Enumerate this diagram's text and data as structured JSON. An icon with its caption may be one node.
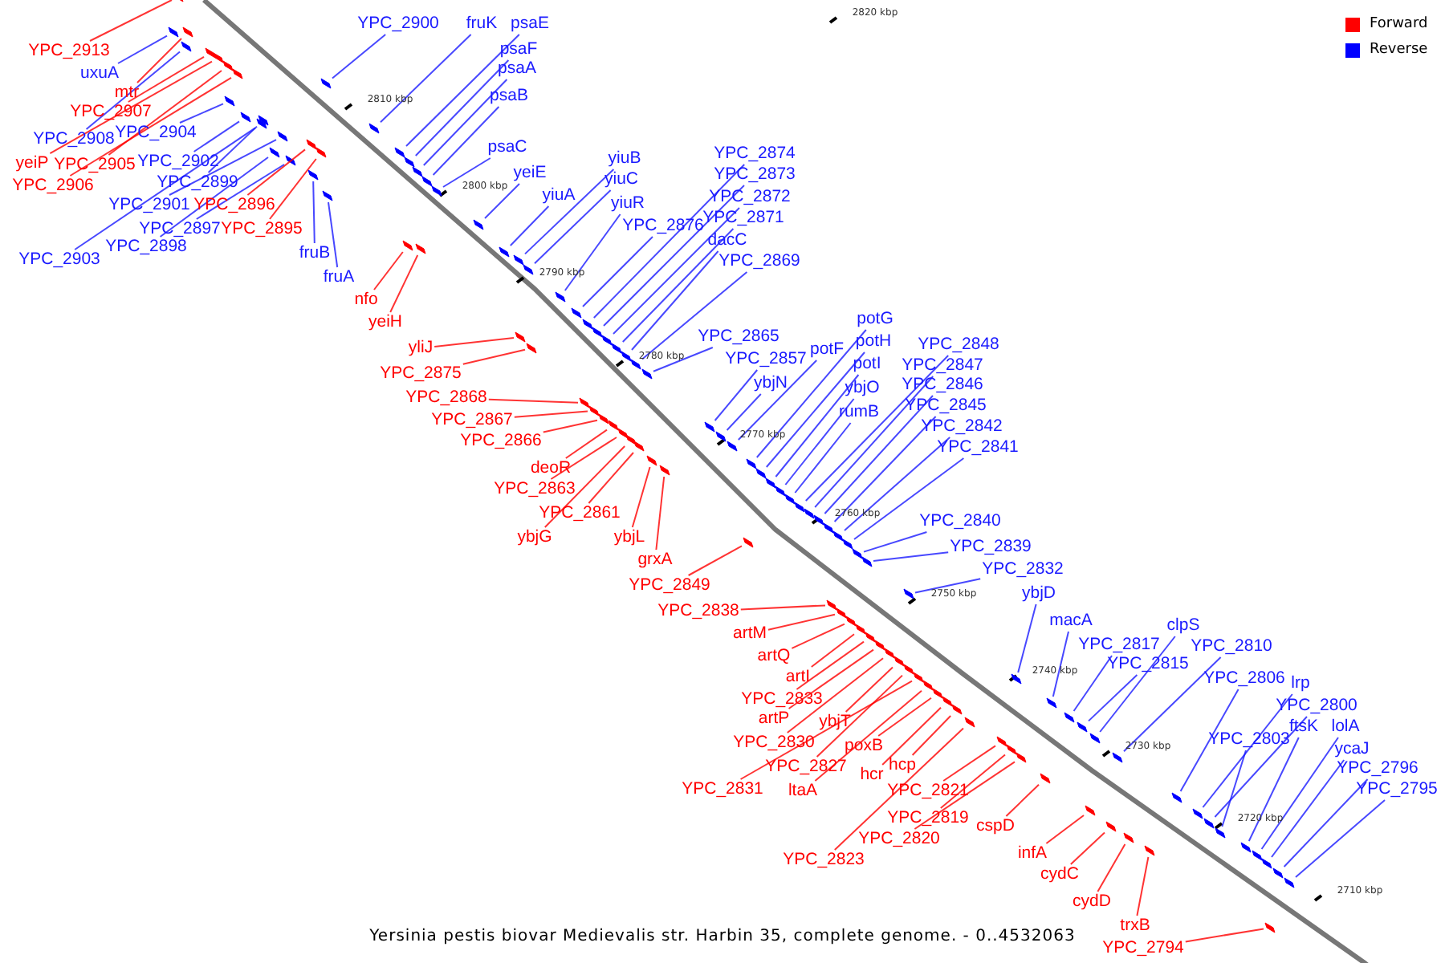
{
  "diagram": {
    "caption": "Yersinia pestis biovar Medievalis str. Harbin 35, complete genome. - 0..4532063",
    "nodes": [
      {
        "text": [
          "YPC_2913"
        ]
      },
      {
        "text": [
          "uxuA"
        ]
      },
      {
        "text": [
          "mtr"
        ]
      },
      {
        "text": [
          "YPC_2907"
        ]
      },
      {
        "text": [
          "YPC_2908"
        ]
      },
      {
        "text": [
          "YPC_2904"
        ]
      },
      {
        "text": [
          "yeiP"
        ]
      },
      {
        "text": [
          "YPC_2905"
        ]
      },
      {
        "text": [
          "YPC_2906"
        ]
      },
      {
        "text": [
          "YPC_2902"
        ]
      },
      {
        "text": [
          "YPC_2899"
        ]
      },
      {
        "text": [
          "YPC_2901"
        ]
      },
      {
        "text": [
          "YPC_2896"
        ]
      },
      {
        "text": [
          "YPC_2897"
        ]
      },
      {
        "text": [
          "YPC_2895"
        ]
      },
      {
        "text": [
          "YPC_2903"
        ]
      },
      {
        "text": [
          "YPC_2898"
        ]
      },
      {
        "text": [
          "fruB"
        ]
      },
      {
        "text": [
          "fruA"
        ]
      },
      {
        "text": [
          "YPC_2900"
        ]
      },
      {
        "text": [
          "fruK"
        ]
      },
      {
        "text": [
          "psaE"
        ]
      },
      {
        "text": [
          "psaF"
        ]
      },
      {
        "text": [
          "psaA"
        ]
      },
      {
        "text": [
          "psaB"
        ]
      },
      {
        "text": [
          "psaC"
        ]
      },
      {
        "text": [
          "yeiE"
        ]
      },
      {
        "text": [
          "yiuB"
        ]
      },
      {
        "text": [
          "yiuC"
        ]
      },
      {
        "text": [
          "yiuA"
        ]
      },
      {
        "text": [
          "yiuR"
        ]
      },
      {
        "text": [
          "YPC_2876"
        ]
      },
      {
        "text": [
          "YPC_2874"
        ]
      },
      {
        "text": [
          "YPC_2873"
        ]
      },
      {
        "text": [
          "YPC_2872"
        ]
      },
      {
        "text": [
          "YPC_2871"
        ]
      },
      {
        "text": [
          "dacC"
        ]
      },
      {
        "text": [
          "YPC_2869"
        ]
      },
      {
        "text": [
          "nfo"
        ]
      },
      {
        "text": [
          "yeiH"
        ]
      },
      {
        "text": [
          "yliJ"
        ]
      },
      {
        "text": [
          "YPC_2875"
        ]
      },
      {
        "text": [
          "YPC_2868"
        ]
      },
      {
        "text": [
          "YPC_2867"
        ]
      },
      {
        "text": [
          "YPC_2866"
        ]
      },
      {
        "text": [
          "YPC_2865"
        ]
      },
      {
        "text": [
          "YPC_2857"
        ]
      },
      {
        "text": [
          "potF"
        ]
      },
      {
        "text": [
          "ybjN"
        ]
      },
      {
        "text": [
          "potG"
        ]
      },
      {
        "text": [
          "potH"
        ]
      },
      {
        "text": [
          "potI"
        ]
      },
      {
        "text": [
          "ybjO"
        ]
      },
      {
        "text": [
          "rumB"
        ]
      },
      {
        "text": [
          "YPC_2848"
        ]
      },
      {
        "text": [
          "YPC_2847"
        ]
      },
      {
        "text": [
          "YPC_2846"
        ]
      },
      {
        "text": [
          "YPC_2845"
        ]
      },
      {
        "text": [
          "YPC_2842"
        ]
      },
      {
        "text": [
          "YPC_2841"
        ]
      },
      {
        "text": [
          "deoR"
        ]
      },
      {
        "text": [
          "YPC_2863"
        ]
      },
      {
        "text": [
          "YPC_2861"
        ]
      },
      {
        "text": [
          "ybjG"
        ]
      },
      {
        "text": [
          "ybjL"
        ]
      },
      {
        "text": [
          "grxA"
        ]
      },
      {
        "text": [
          "YPC_2849"
        ]
      },
      {
        "text": [
          "YPC_2838"
        ]
      },
      {
        "text": [
          "YPC_2840"
        ]
      },
      {
        "text": [
          "YPC_2839"
        ]
      },
      {
        "text": [
          "YPC_2832"
        ]
      },
      {
        "text": [
          "ybjD"
        ]
      },
      {
        "text": [
          "macA"
        ]
      },
      {
        "text": [
          "artM"
        ]
      },
      {
        "text": [
          "artQ"
        ]
      },
      {
        "text": [
          "artI"
        ]
      },
      {
        "text": [
          "YPC_2833"
        ]
      },
      {
        "text": [
          "artP"
        ]
      },
      {
        "text": [
          "YPC_2830"
        ]
      },
      {
        "text": [
          "ybjT"
        ]
      },
      {
        "text": [
          "YPC_2827"
        ]
      },
      {
        "text": [
          "poxB"
        ]
      },
      {
        "text": [
          "YPC_2831"
        ]
      },
      {
        "text": [
          "hcr"
        ]
      },
      {
        "text": [
          "ltaA"
        ]
      },
      {
        "text": [
          "hcp"
        ]
      },
      {
        "text": [
          "YPC_2821"
        ]
      },
      {
        "text": [
          "YPC_2819"
        ]
      },
      {
        "text": [
          "YPC_2820"
        ]
      },
      {
        "text": [
          "YPC_2823"
        ]
      },
      {
        "text": [
          "cspD"
        ]
      },
      {
        "text": [
          "infA"
        ]
      },
      {
        "text": [
          "cydC"
        ]
      },
      {
        "text": [
          "cydD"
        ]
      },
      {
        "text": [
          "trxB"
        ]
      },
      {
        "text": [
          "YPC_2794"
        ]
      },
      {
        "text": [
          "YPC_2817"
        ]
      },
      {
        "text": [
          "clpS"
        ]
      },
      {
        "text": [
          "YPC_2815"
        ]
      },
      {
        "text": [
          "YPC_2810"
        ]
      },
      {
        "text": [
          "YPC_2806"
        ]
      },
      {
        "text": [
          "lrp"
        ]
      },
      {
        "text": [
          "YPC_2800"
        ]
      },
      {
        "text": [
          "YPC_2803"
        ]
      },
      {
        "text": [
          "ftsK"
        ]
      },
      {
        "text": [
          "lolA"
        ]
      },
      {
        "text": [
          "ycaJ"
        ]
      },
      {
        "text": [
          "YPC_2796"
        ]
      },
      {
        "text": [
          "YPC_2795"
        ]
      },
      {
        "text": [],
        "shape": "box"
      },
      {
        "text": [],
        "shape": "box"
      },
      {
        "text": [],
        "shape": "box"
      },
      {
        "text": [],
        "shape": "box"
      },
      {
        "text": [],
        "shape": "box"
      },
      {
        "text": [],
        "shape": "box"
      },
      {
        "text": [],
        "shape": "box"
      },
      {
        "text": [],
        "shape": "box"
      },
      {
        "text": [],
        "shape": "box"
      },
      {
        "text": [],
        "shape": "box"
      },
      {
        "text": [],
        "shape": "box"
      },
      {
        "text": [],
        "shape": "box"
      },
      {
        "text": [],
        "shape": "box"
      },
      {
        "text": [],
        "shape": "box"
      },
      {
        "text": [],
        "shape": "box"
      },
      {
        "text": [],
        "shape": "box"
      },
      {
        "text": [],
        "shape": "box"
      },
      {
        "text": [],
        "shape": "box"
      },
      {
        "text": [],
        "shape": "box"
      },
      {
        "text": [],
        "shape": "box"
      },
      {
        "text": [],
        "shape": "box"
      },
      {
        "text": [],
        "shape": "box"
      },
      {
        "text": [],
        "shape": "box"
      },
      {
        "text": [],
        "shape": "box"
      },
      {
        "text": [],
        "shape": "box"
      },
      {
        "text": [],
        "shape": "box"
      },
      {
        "text": [],
        "shape": "box"
      },
      {
        "text": [],
        "shape": "box"
      },
      {
        "text": [],
        "shape": "box"
      },
      {
        "text": [],
        "shape": "box"
      },
      {
        "text": [],
        "shape": "box"
      },
      {
        "text": [],
        "shape": "box"
      },
      {
        "text": [],
        "shape": "box"
      },
      {
        "text": [],
        "shape": "box"
      },
      {
        "text": [],
        "shape": "box"
      },
      {
        "text": [],
        "shape": "box"
      },
      {
        "text": [],
        "shape": "box"
      },
      {
        "text": [],
        "shape": "box"
      },
      {
        "text": [],
        "shape": "box"
      },
      {
        "text": [],
        "shape": "box"
      },
      {
        "text": [],
        "shape": "box"
      },
      {
        "text": [],
        "shape": "box"
      },
      {
        "text": [],
        "shape": "box"
      },
      {
        "text": [],
        "shape": "box"
      },
      {
        "text": [],
        "shape": "box"
      },
      {
        "text": [],
        "shape": "box"
      },
      {
        "text": [],
        "shape": "box"
      },
      {
        "text": [],
        "shape": "box"
      },
      {
        "text": [],
        "shape": "box"
      },
      {
        "text": [],
        "shape": "box"
      },
      {
        "text": [],
        "shape": "box"
      },
      {
        "text": [],
        "shape": "box"
      },
      {
        "text": [],
        "shape": "box"
      },
      {
        "text": [],
        "shape": "box"
      },
      {
        "text": [],
        "shape": "box"
      },
      {
        "text": [],
        "shape": "box"
      },
      {
        "text": [],
        "shape": "box"
      },
      {
        "text": [],
        "shape": "box"
      },
      {
        "text": [],
        "shape": "box"
      },
      {
        "text": [],
        "shape": "box"
      },
      {
        "text": [],
        "shape": "box"
      },
      {
        "text": [],
        "shape": "box"
      },
      {
        "text": [],
        "shape": "box"
      },
      {
        "text": [],
        "shape": "box"
      },
      {
        "text": [],
        "shape": "box"
      },
      {
        "text": [],
        "shape": "box"
      },
      {
        "text": [],
        "shape": "box"
      },
      {
        "text": [],
        "shape": "box"
      },
      {
        "text": [],
        "shape": "box"
      },
      {
        "text": [],
        "shape": "box"
      },
      {
        "text": [],
        "shape": "box"
      },
      {
        "text": [],
        "shape": "box"
      },
      {
        "text": [],
        "shape": "box"
      },
      {
        "text": [],
        "shape": "box"
      },
      {
        "text": [],
        "shape": "box"
      },
      {
        "text": [],
        "shape": "box"
      },
      {
        "text": [],
        "shape": "box"
      },
      {
        "text": [],
        "shape": "box"
      },
      {
        "text": [],
        "shape": "box"
      },
      {
        "text": [],
        "shape": "box"
      },
      {
        "text": [],
        "shape": "box"
      },
      {
        "text": [],
        "shape": "box"
      },
      {
        "text": [],
        "shape": "box"
      },
      {
        "text": [],
        "shape": "box"
      },
      {
        "text": [],
        "shape": "box"
      },
      {
        "text": [],
        "shape": "box"
      },
      {
        "text": [],
        "shape": "box"
      },
      {
        "text": [],
        "shape": "box"
      },
      {
        "text": [],
        "shape": "box"
      },
      {
        "text": [],
        "shape": "box"
      },
      {
        "text": [],
        "shape": "box"
      },
      {
        "text": [],
        "shape": "box"
      },
      {
        "text": [],
        "shape": "box"
      },
      {
        "text": [],
        "shape": "box"
      },
      {
        "text": [],
        "shape": "box"
      },
      {
        "text": [],
        "shape": "box"
      },
      {
        "text": [],
        "shape": "box"
      },
      {
        "text": [],
        "shape": "box"
      },
      {
        "text": [],
        "shape": "box"
      },
      {
        "text": [],
        "shape": "box"
      },
      {
        "text": [],
        "shape": "box"
      },
      {
        "text": [],
        "shape": "box"
      },
      {
        "text": [],
        "shape": "box"
      },
      {
        "text": [],
        "shape": "box"
      },
      {
        "text": [],
        "shape": "box"
      },
      {
        "text": [],
        "shape": "box"
      },
      {
        "text": [],
        "shape": "box"
      },
      {
        "text": [],
        "shape": "box"
      },
      {
        "text": [],
        "shape": "box"
      }
    ],
    "edges": [
      {
        "from": 0,
        "to": 109,
        "arrow": "none",
        "color": "#ff0000"
      },
      {
        "from": 1,
        "to": 110,
        "arrow": "none"
      },
      {
        "from": 2,
        "to": 111,
        "arrow": "none",
        "color": "#ff0000"
      },
      {
        "from": 3,
        "to": 112,
        "arrow": "none",
        "color": "#ff0000"
      },
      {
        "from": 4,
        "to": 113,
        "arrow": "none"
      },
      {
        "from": 5,
        "to": 114,
        "arrow": "none"
      },
      {
        "from": 6,
        "to": 115,
        "arrow": "none",
        "color": "#ff0000"
      },
      {
        "from": 7,
        "to": 116,
        "arrow": "none",
        "color": "#ff0000"
      },
      {
        "from": 8,
        "to": 117,
        "arrow": "none",
        "color": "#ff0000"
      },
      {
        "from": 9,
        "to": 118,
        "arrow": "none"
      },
      {
        "from": 10,
        "to": 119,
        "arrow": "none"
      },
      {
        "from": 11,
        "to": 120,
        "arrow": "none"
      },
      {
        "from": 12,
        "to": 121,
        "arrow": "none",
        "color": "#ff0000"
      },
      {
        "from": 13,
        "to": 122,
        "arrow": "none"
      },
      {
        "from": 14,
        "to": 123,
        "arrow": "none",
        "color": "#ff0000"
      },
      {
        "from": 15,
        "to": 124,
        "arrow": "none"
      },
      {
        "from": 16,
        "to": 125,
        "arrow": "none"
      },
      {
        "from": 17,
        "to": 126,
        "arrow": "none"
      },
      {
        "from": 18,
        "to": 127,
        "arrow": "none"
      },
      {
        "from": 19,
        "to": 128,
        "arrow": "none"
      },
      {
        "from": 20,
        "to": 129,
        "arrow": "none"
      },
      {
        "from": 21,
        "to": 130,
        "arrow": "none"
      },
      {
        "from": 22,
        "to": 131,
        "arrow": "none"
      },
      {
        "from": 23,
        "to": 132,
        "arrow": "none"
      },
      {
        "from": 24,
        "to": 133,
        "arrow": "none"
      },
      {
        "from": 25,
        "to": 134,
        "arrow": "none"
      },
      {
        "from": 26,
        "to": 135,
        "arrow": "none"
      },
      {
        "from": 27,
        "to": 136,
        "arrow": "none"
      },
      {
        "from": 28,
        "to": 137,
        "arrow": "none"
      },
      {
        "from": 29,
        "to": 138,
        "arrow": "none"
      },
      {
        "from": 30,
        "to": 139,
        "arrow": "none"
      },
      {
        "from": 31,
        "to": 140,
        "arrow": "none"
      },
      {
        "from": 32,
        "to": 141,
        "arrow": "none"
      },
      {
        "from": 33,
        "to": 142,
        "arrow": "none"
      },
      {
        "from": 34,
        "to": 143,
        "arrow": "none"
      },
      {
        "from": 35,
        "to": 144,
        "arrow": "none"
      },
      {
        "from": 36,
        "to": 145,
        "arrow": "none"
      },
      {
        "from": 37,
        "to": 146,
        "arrow": "none"
      },
      {
        "from": 38,
        "to": 147,
        "arrow": "none",
        "color": "#ff0000"
      },
      {
        "from": 39,
        "to": 148,
        "arrow": "none",
        "color": "#ff0000"
      },
      {
        "from": 40,
        "to": 149,
        "arrow": "none",
        "color": "#ff0000"
      },
      {
        "from": 41,
        "to": 150,
        "arrow": "none",
        "color": "#ff0000"
      },
      {
        "from": 42,
        "to": 151,
        "arrow": "none",
        "color": "#ff0000"
      },
      {
        "from": 43,
        "to": 152,
        "arrow": "none",
        "color": "#ff0000"
      },
      {
        "from": 44,
        "to": 153,
        "arrow": "none",
        "color": "#ff0000"
      },
      {
        "from": 45,
        "to": 154,
        "arrow": "none"
      },
      {
        "from": 46,
        "to": 155,
        "arrow": "none"
      },
      {
        "from": 47,
        "to": 156,
        "arrow": "none"
      },
      {
        "from": 48,
        "to": 157,
        "arrow": "none"
      },
      {
        "from": 49,
        "to": 158,
        "arrow": "none"
      },
      {
        "from": 50,
        "to": 159,
        "arrow": "none"
      },
      {
        "from": 51,
        "to": 160,
        "arrow": "none"
      },
      {
        "from": 52,
        "to": 161,
        "arrow": "none"
      },
      {
        "from": 53,
        "to": 162,
        "arrow": "none"
      },
      {
        "from": 54,
        "to": 163,
        "arrow": "none"
      },
      {
        "from": 55,
        "to": 164,
        "arrow": "none"
      },
      {
        "from": 56,
        "to": 165,
        "arrow": "none"
      },
      {
        "from": 57,
        "to": 166,
        "arrow": "none"
      },
      {
        "from": 58,
        "to": 167,
        "arrow": "none"
      },
      {
        "from": 59,
        "to": 168,
        "arrow": "none"
      },
      {
        "from": 60,
        "to": 169,
        "arrow": "none",
        "color": "#ff0000"
      },
      {
        "from": 61,
        "to": 170,
        "arrow": "none",
        "color": "#ff0000"
      },
      {
        "from": 62,
        "to": 171,
        "arrow": "none",
        "color": "#ff0000"
      },
      {
        "from": 63,
        "to": 172,
        "arrow": "none",
        "color": "#ff0000"
      },
      {
        "from": 64,
        "to": 173,
        "arrow": "none",
        "color": "#ff0000"
      },
      {
        "from": 65,
        "to": 174,
        "arrow": "none",
        "color": "#ff0000"
      },
      {
        "from": 66,
        "to": 175,
        "arrow": "none",
        "color": "#ff0000"
      },
      {
        "from": 67,
        "to": 176,
        "arrow": "none",
        "color": "#ff0000"
      },
      {
        "from": 68,
        "to": 177,
        "arrow": "none"
      },
      {
        "from": 69,
        "to": 178,
        "arrow": "none"
      },
      {
        "from": 70,
        "to": 179,
        "arrow": "none"
      },
      {
        "from": 71,
        "to": 180,
        "arrow": "none"
      },
      {
        "from": 72,
        "to": 181,
        "arrow": "none"
      },
      {
        "from": 73,
        "to": 182,
        "arrow": "none",
        "color": "#ff0000"
      },
      {
        "from": 74,
        "to": 183,
        "arrow": "none",
        "color": "#ff0000"
      },
      {
        "from": 75,
        "to": 184,
        "arrow": "none",
        "color": "#ff0000"
      },
      {
        "from": 76,
        "to": 185,
        "arrow": "none",
        "color": "#ff0000"
      },
      {
        "from": 77,
        "to": 186,
        "arrow": "none",
        "color": "#ff0000"
      },
      {
        "from": 78,
        "to": 187,
        "arrow": "none",
        "color": "#ff0000"
      },
      {
        "from": 79,
        "to": 188,
        "arrow": "none",
        "color": "#ff0000"
      },
      {
        "from": 80,
        "to": 189,
        "arrow": "none",
        "color": "#ff0000"
      },
      {
        "from": 81,
        "to": 190,
        "arrow": "none",
        "color": "#ff0000"
      },
      {
        "from": 82,
        "to": 191,
        "arrow": "none",
        "color": "#ff0000"
      },
      {
        "from": 83,
        "to": 192,
        "arrow": "none",
        "color": "#ff0000"
      },
      {
        "from": 84,
        "to": 193,
        "arrow": "none",
        "color": "#ff0000"
      },
      {
        "from": 85,
        "to": 194,
        "arrow": "none",
        "color": "#ff0000"
      },
      {
        "from": 86,
        "to": 195,
        "arrow": "none",
        "color": "#ff0000"
      },
      {
        "from": 87,
        "to": 196,
        "arrow": "none",
        "color": "#ff0000"
      },
      {
        "from": 88,
        "to": 197,
        "arrow": "none",
        "color": "#ff0000"
      },
      {
        "from": 89,
        "to": 198,
        "arrow": "none",
        "color": "#ff0000"
      },
      {
        "from": 90,
        "to": 199,
        "arrow": "none",
        "color": "#ff0000"
      },
      {
        "from": 91,
        "to": 200,
        "arrow": "none",
        "color": "#ff0000"
      },
      {
        "from": 92,
        "to": 201,
        "arrow": "none",
        "color": "#ff0000"
      },
      {
        "from": 93,
        "to": 202,
        "arrow": "none",
        "color": "#ff0000"
      },
      {
        "from": 94,
        "to": 203,
        "arrow": "none",
        "color": "#ff0000"
      },
      {
        "from": 95,
        "to": 204,
        "arrow": "none",
        "color": "#ff0000"
      },
      {
        "from": 96,
        "to": 205,
        "arrow": "none"
      },
      {
        "from": 97,
        "to": 206,
        "arrow": "none"
      },
      {
        "from": 98,
        "to": 207,
        "arrow": "none"
      },
      {
        "from": 99,
        "to": 208,
        "arrow": "none"
      },
      {
        "from": 100,
        "to": 209,
        "arrow": "none"
      },
      {
        "from": 101,
        "to": 210,
        "arrow": "none"
      },
      {
        "from": 102,
        "to": 211,
        "arrow": "none"
      },
      {
        "from": 103,
        "to": 212,
        "arrow": "none"
      },
      {
        "from": 104,
        "to": 213,
        "arrow": "none"
      },
      {
        "from": 105,
        "to": 214,
        "arrow": "none"
      },
      {
        "from": 106,
        "to": 215,
        "arrow": "none"
      },
      {
        "from": 107,
        "to": 216,
        "arrow": "none"
      },
      {
        "from": 108,
        "to": 217,
        "arrow": "none"
      }
    ],
    "labels": [
      "2820 kbp",
      "2810 kbp",
      "2800 kbp",
      "2790 kbp",
      "2780 kbp",
      "2770 kbp",
      "2760 kbp",
      "2750 kbp",
      "2740 kbp",
      "2730 kbp",
      "2720 kbp",
      "2710 kbp"
    ],
    "legend": [
      {
        "text": "Forward",
        "color": "#ff0000"
      },
      {
        "text": "Reverse",
        "color": "#0000ff"
      }
    ]
  }
}
